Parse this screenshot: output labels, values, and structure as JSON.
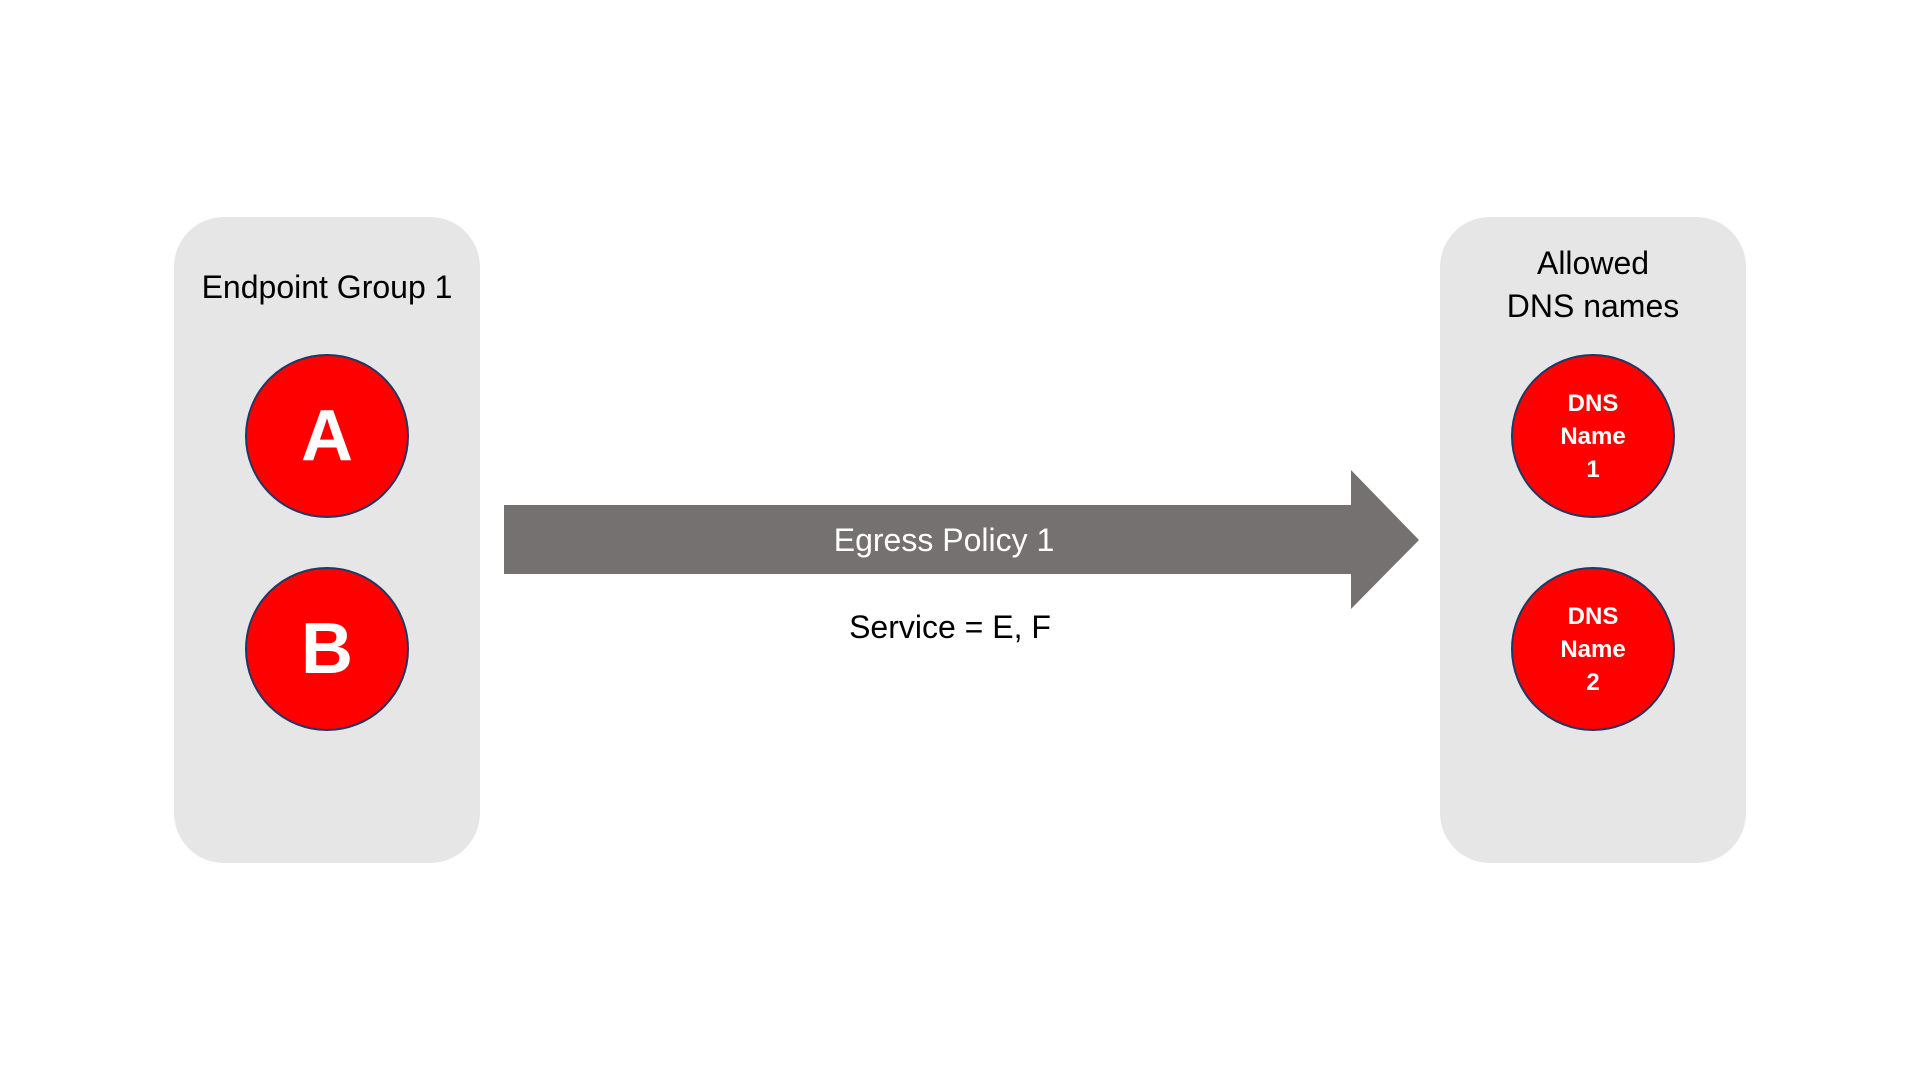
{
  "left_group": {
    "title": "Endpoint Group 1",
    "nodes": [
      "A",
      "B"
    ]
  },
  "right_group": {
    "title_line1": "Allowed",
    "title_line2": "DNS names",
    "nodes": [
      "DNS\nName\n1",
      "DNS\nName\n2"
    ]
  },
  "arrow": {
    "label": "Egress Policy 1",
    "caption": "Service = E, F"
  },
  "colors": {
    "panel": "#e6e6e6",
    "node": "#ff0000",
    "node_border": "#1f3864",
    "arrow": "#767171"
  }
}
